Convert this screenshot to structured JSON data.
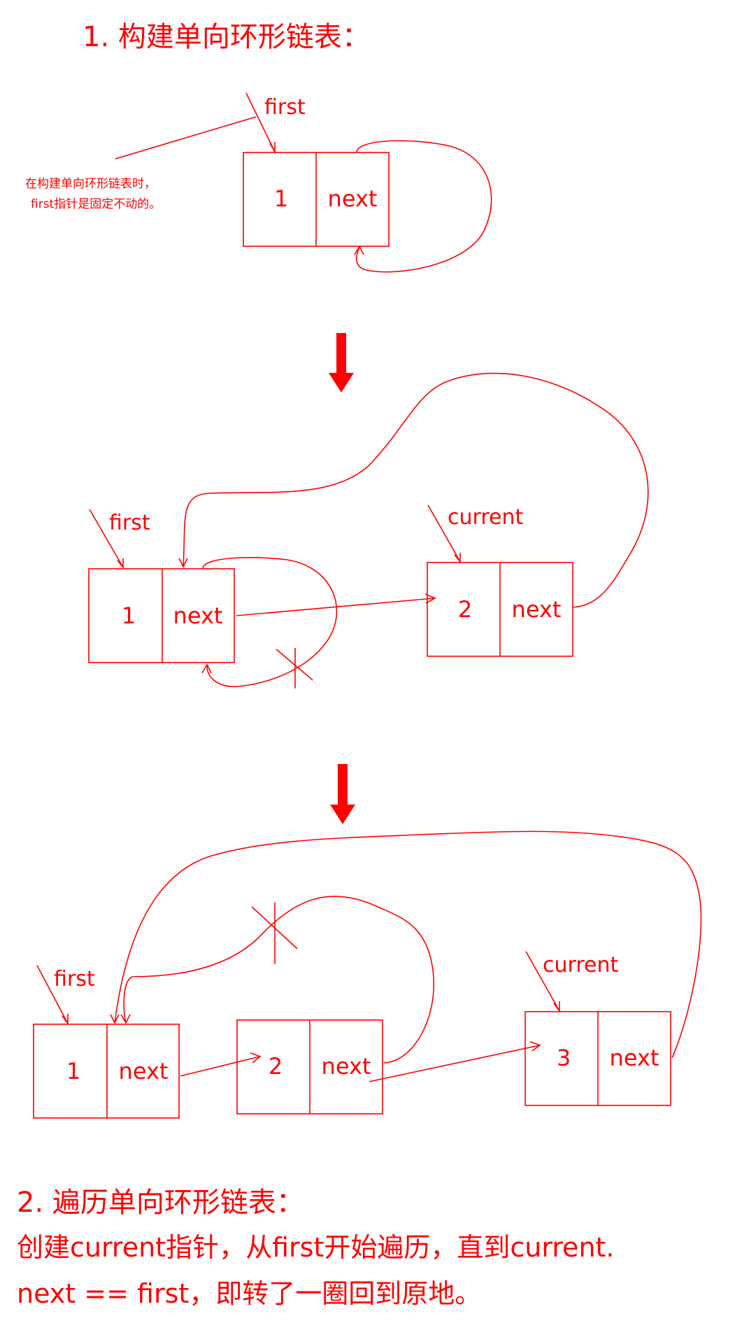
{
  "section1": {
    "title": "1. 构建单向环形链表：",
    "note_line1": "在构建单向环形链表时，",
    "note_line2": "first指针是固定不动的。"
  },
  "labels": {
    "first": "first",
    "current": "current",
    "next": "next"
  },
  "nodes": {
    "n1": "1",
    "n2": "2",
    "n3": "3"
  },
  "section2": {
    "title": "2. 遍历单向环形链表：",
    "line1": "创建current指针，从first开始遍历，直到current.",
    "line2": "next == first，即转了一圈回到原地。"
  },
  "colors": {
    "ink": "#ff0000"
  }
}
